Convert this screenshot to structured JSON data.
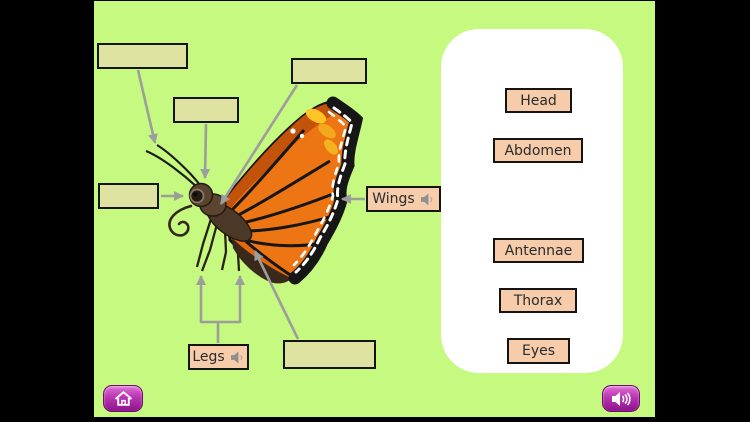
{
  "app": {
    "activity": "Label the butterfly diagram"
  },
  "colors": {
    "letterbox": "#000000",
    "background_green": "#c6f97f",
    "empty_slot_fill": "#dee3a2",
    "label_fill": "#f6ccab",
    "box_border": "#141414",
    "arrow_gray": "#9d9d9d",
    "panel_white": "#ffffff",
    "button_purple": "#a21ea2",
    "wing_orange": "#ee7514",
    "wing_dark_orange": "#c3520b",
    "wing_yellow": "#ffc526",
    "body_brown": "#4c3826"
  },
  "diagram": {
    "subject": "butterfly side view",
    "placed_labels": [
      {
        "label": "Wings",
        "audio_icon": "speaker-muted-icon"
      },
      {
        "label": "Legs",
        "audio_icon": "speaker-muted-icon"
      }
    ],
    "empty_slot_count": 5
  },
  "word_bank": {
    "items": [
      {
        "label": "Head"
      },
      {
        "label": "Abdomen"
      },
      {
        "label": "Antennae"
      },
      {
        "label": "Thorax"
      },
      {
        "label": "Eyes"
      }
    ]
  },
  "nav": {
    "home_icon": "home-icon",
    "sound_icon": "speaker-loud-icon"
  }
}
